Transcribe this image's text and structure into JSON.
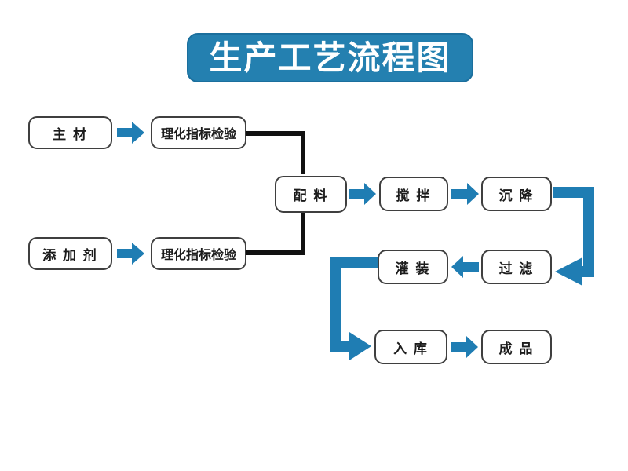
{
  "title": {
    "text": "生产工艺流程图"
  },
  "colors": {
    "accent_blue": "#1f7db3",
    "banner_blue": "#2480b0",
    "banner_border": "#1b6f9d",
    "box_border": "#3f3f3f",
    "connector_black": "#111111",
    "background": "#ffffff",
    "title_text": "#ffffff",
    "node_text": "#1c1c1c"
  },
  "nodes": {
    "main_material": {
      "label": "主 材"
    },
    "inspection_top": {
      "label": "理化指标检验"
    },
    "additive": {
      "label": "添 加 剂"
    },
    "inspection_bottom": {
      "label": "理化指标检验"
    },
    "mixing": {
      "label": "配 料"
    },
    "stirring": {
      "label": "搅 拌"
    },
    "settling": {
      "label": "沉 降"
    },
    "filtration": {
      "label": "过 滤"
    },
    "filling": {
      "label": "灌 装"
    },
    "warehousing": {
      "label": "入 库"
    },
    "finished_product": {
      "label": "成 品"
    }
  }
}
